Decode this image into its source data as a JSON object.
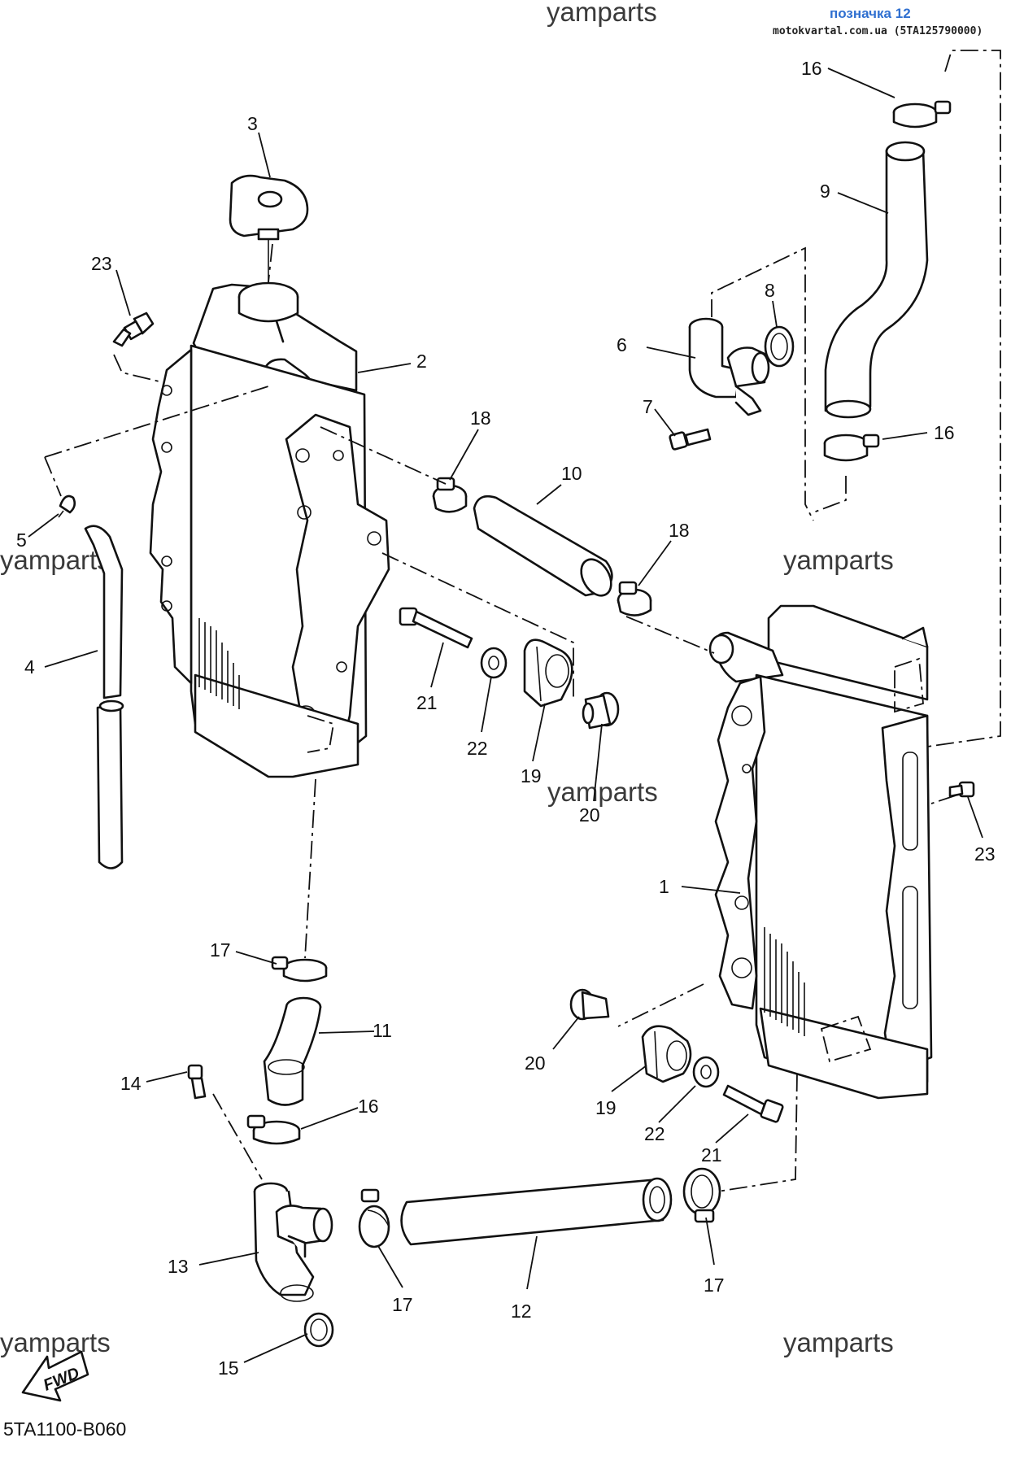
{
  "header": {
    "label": "позначка 12",
    "source": "motokvartal.com.ua (5TA125790000)"
  },
  "watermark": "yamparts",
  "diagram_code": "5TA1100-B060",
  "fwd_label": "FWD",
  "callouts": {
    "c1": "1",
    "c2": "2",
    "c3": "3",
    "c4": "4",
    "c5": "5",
    "c6": "6",
    "c7": "7",
    "c8": "8",
    "c9": "9",
    "c10": "10",
    "c11": "11",
    "c12": "12",
    "c13": "13",
    "c14": "14",
    "c15": "15",
    "c16a": "16",
    "c16b": "16",
    "c16c": "16",
    "c17a": "17",
    "c17b": "17",
    "c17c": "17",
    "c18a": "18",
    "c18b": "18",
    "c19a": "19",
    "c19b": "19",
    "c20a": "20",
    "c20b": "20",
    "c21a": "21",
    "c21b": "21",
    "c22a": "22",
    "c22b": "22",
    "c23a": "23",
    "c23b": "23"
  },
  "colors": {
    "header_blue": "#2f6fd0",
    "line": "#111111",
    "watermark": "#3a3a3a"
  }
}
